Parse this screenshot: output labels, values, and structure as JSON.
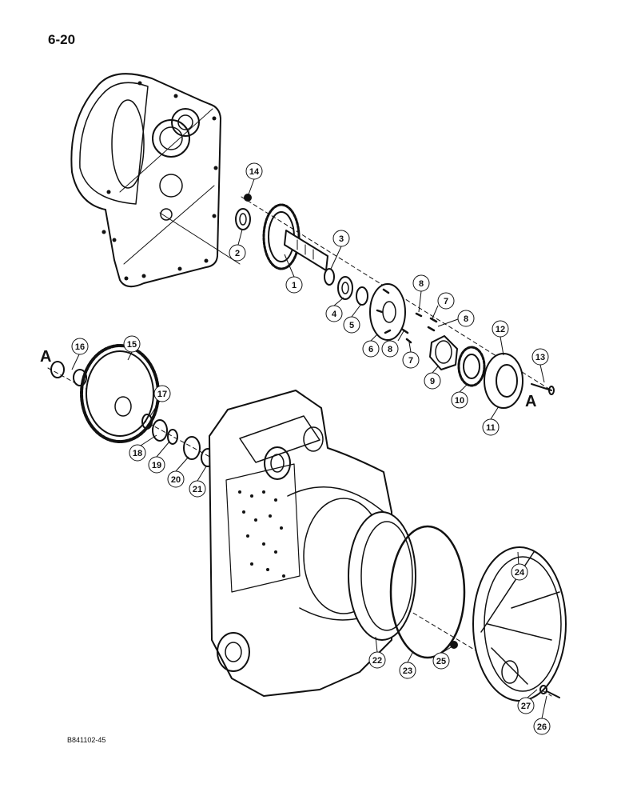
{
  "page": {
    "number": "6-20",
    "figure_code": "B841102-45"
  },
  "callouts": [
    {
      "label": "1"
    },
    {
      "label": "2"
    },
    {
      "label": "3"
    },
    {
      "label": "4"
    },
    {
      "label": "5"
    },
    {
      "label": "6"
    },
    {
      "label": "7"
    },
    {
      "label": "7"
    },
    {
      "label": "8"
    },
    {
      "label": "8"
    },
    {
      "label": "8"
    },
    {
      "label": "9"
    },
    {
      "label": "10"
    },
    {
      "label": "11"
    },
    {
      "label": "12"
    },
    {
      "label": "13"
    },
    {
      "label": "14"
    },
    {
      "label": "15"
    },
    {
      "label": "16"
    },
    {
      "label": "17"
    },
    {
      "label": "18"
    },
    {
      "label": "19"
    },
    {
      "label": "20"
    },
    {
      "label": "21"
    },
    {
      "label": "22"
    },
    {
      "label": "23"
    },
    {
      "label": "24"
    },
    {
      "label": "25"
    },
    {
      "label": "26"
    },
    {
      "label": "27"
    }
  ],
  "reference_letters": {
    "left": "A",
    "right": "A"
  },
  "colors": {
    "ink": "#111111",
    "paper": "#ffffff"
  }
}
